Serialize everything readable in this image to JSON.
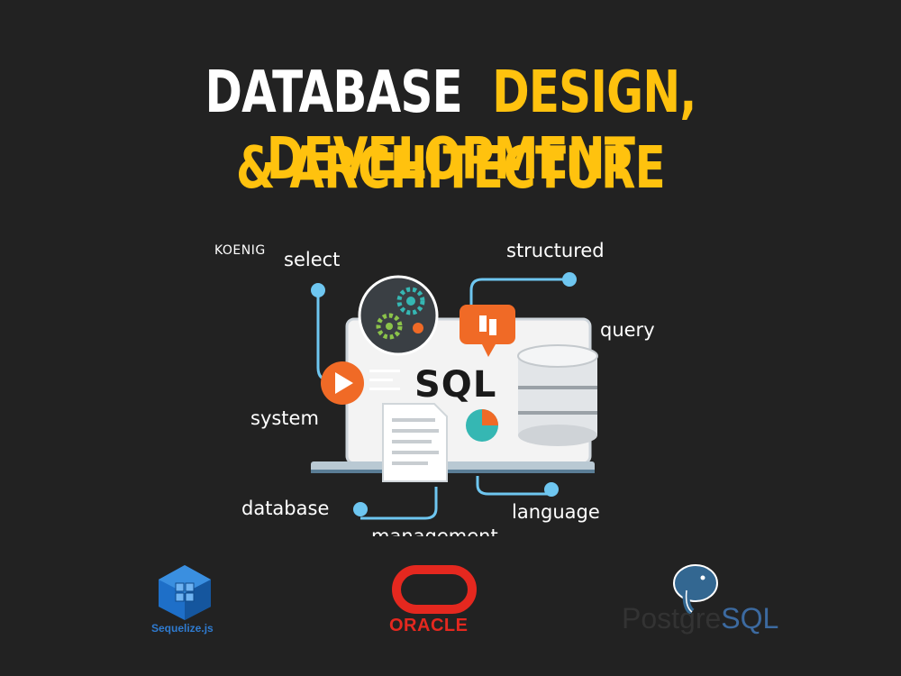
{
  "title": {
    "word1": "DATABASE",
    "line1_rest": "DESIGN, DEVELOPMENT",
    "line2": "& ARCHITECTURE"
  },
  "illustration": {
    "brand": "KOENIG",
    "center_label": "SQL",
    "words": {
      "select": "select",
      "structured": "structured",
      "query": "query",
      "system": "system",
      "database": "database",
      "language": "language",
      "management": "management"
    }
  },
  "logos": {
    "sequelize": "Sequelize.js",
    "oracle": "ORACLE",
    "postgres_a": "Postgre",
    "postgres_b": "SQL"
  },
  "colors": {
    "background": "#222222",
    "accent_yellow": "#ffc20e",
    "connector_blue": "#6ec6f0",
    "orange": "#f06a26",
    "teal": "#35b7b3"
  },
  "icons": [
    "gears-icon",
    "chat-bubble-icon",
    "play-icon",
    "document-icon",
    "pie-chart-icon",
    "database-icon",
    "laptop-icon",
    "elephant-icon"
  ]
}
